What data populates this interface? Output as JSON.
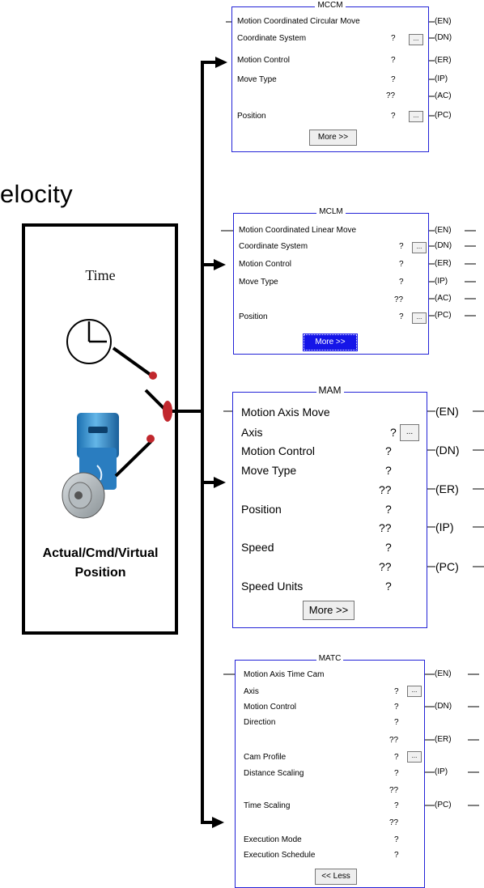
{
  "cropped_word": "elocity",
  "source": {
    "time_label": "Time",
    "bottom_label": "Actual/Cmd/Virtual Position",
    "bottom_label_lines": [
      "Actual/Cmd/Virtual",
      "Position"
    ]
  },
  "blocks": {
    "mccm": {
      "tag": "MCCM",
      "description": "Motion Coordinated Circular Move",
      "params": [
        {
          "label": "Coordinate System",
          "value": "?",
          "browse": "..."
        },
        {
          "label": "Motion Control",
          "value": "?"
        },
        {
          "label": "Move Type",
          "value": "?"
        },
        {
          "label": "",
          "value": "??"
        },
        {
          "label": "Position",
          "value": "?",
          "browse": "..."
        }
      ],
      "button": "More >>",
      "outputs": [
        "(EN)",
        "(DN)",
        "(ER)",
        "(IP)",
        "(AC)",
        "(PC)"
      ]
    },
    "mclm": {
      "tag": "MCLM",
      "description": "Motion Coordinated Linear Move",
      "params": [
        {
          "label": "Coordinate System",
          "value": "?",
          "browse": "..."
        },
        {
          "label": "Motion Control",
          "value": "?"
        },
        {
          "label": "Move Type",
          "value": "?"
        },
        {
          "label": "",
          "value": "??"
        },
        {
          "label": "Position",
          "value": "?",
          "browse": "..."
        }
      ],
      "button": "More >>",
      "outputs": [
        "(EN)",
        "(DN)",
        "(ER)",
        "(IP)",
        "(AC)",
        "(PC)"
      ]
    },
    "mam": {
      "tag": "MAM",
      "description": "Motion Axis Move",
      "params": [
        {
          "label": "Axis",
          "value": "?",
          "browse": "..."
        },
        {
          "label": "Motion Control",
          "value": "?"
        },
        {
          "label": "Move Type",
          "value": "?"
        },
        {
          "label": "",
          "value": "??"
        },
        {
          "label": "Position",
          "value": "?"
        },
        {
          "label": "",
          "value": "??"
        },
        {
          "label": "Speed",
          "value": "?"
        },
        {
          "label": "",
          "value": "??"
        },
        {
          "label": "Speed Units",
          "value": "?"
        }
      ],
      "button": "More >>",
      "outputs": [
        "(EN)",
        "(DN)",
        "(ER)",
        "(IP)",
        "(PC)"
      ]
    },
    "matc": {
      "tag": "MATC",
      "description": "Motion Axis Time Cam",
      "params": [
        {
          "label": "Axis",
          "value": "?",
          "browse": "..."
        },
        {
          "label": "Motion Control",
          "value": "?"
        },
        {
          "label": "Direction",
          "value": "?"
        },
        {
          "label": "",
          "value": "??"
        },
        {
          "label": "Cam Profile",
          "value": "?",
          "browse": "..."
        },
        {
          "label": "Distance Scaling",
          "value": "?"
        },
        {
          "label": "",
          "value": "??"
        },
        {
          "label": "Time Scaling",
          "value": "?"
        },
        {
          "label": "",
          "value": "??"
        },
        {
          "label": "Execution Mode",
          "value": "?"
        },
        {
          "label": "Execution Schedule",
          "value": "?"
        }
      ],
      "button": "<< Less",
      "outputs": [
        "(EN)",
        "(DN)",
        "(ER)",
        "(IP)",
        "(PC)"
      ]
    }
  }
}
